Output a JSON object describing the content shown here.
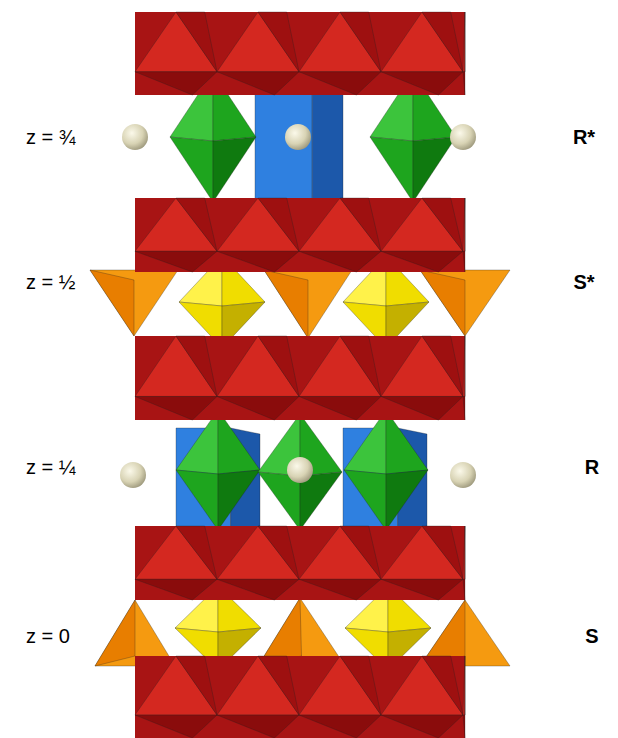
{
  "diagram": {
    "labels": [
      "z = ¾",
      "R*",
      "z = ½",
      "S*",
      "z = ¼",
      "R",
      "z = 0",
      "S"
    ]
  }
}
